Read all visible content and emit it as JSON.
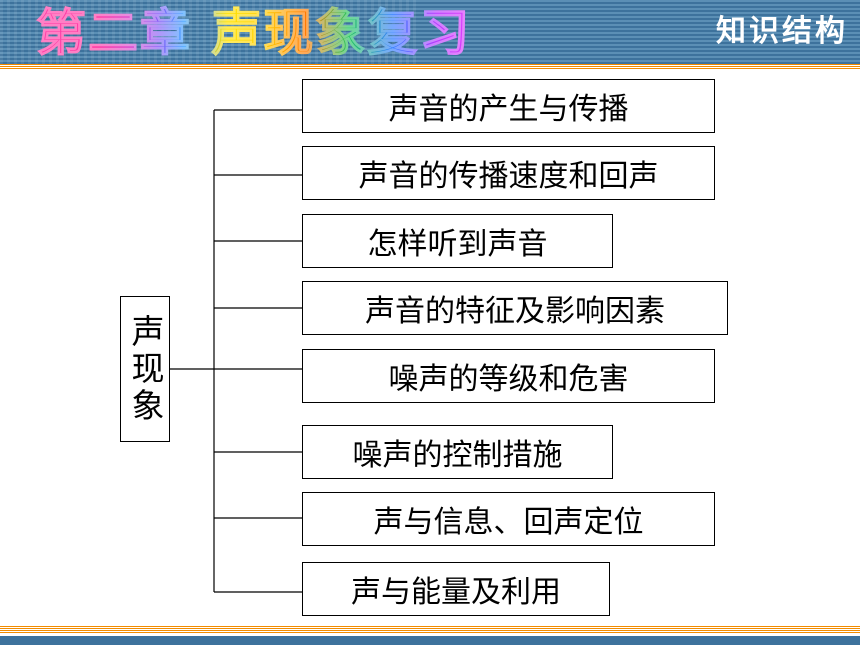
{
  "header": {
    "title": "第二章 声现象复习",
    "tag": "知识结构"
  },
  "diagram": {
    "root": "声现象",
    "branches": [
      "声音的产生与传播",
      "声音的传播速度和回声",
      "怎样听到声音",
      "声音的特征及影响因素",
      "噪声的等级和危害",
      "噪声的控制措施",
      "声与信息、回声定位",
      "声与能量及利用"
    ]
  },
  "colors": {
    "header_band": "#3d729c",
    "rule": "#f28c00",
    "tag_text": "#ffffff",
    "line": "#000000"
  }
}
